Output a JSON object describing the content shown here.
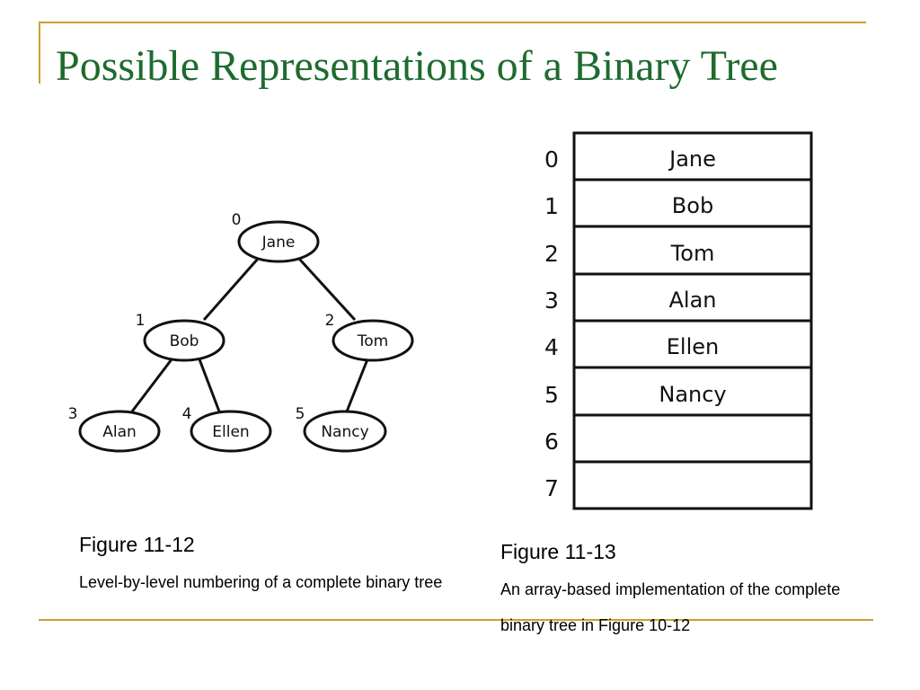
{
  "slide": {
    "title": "Possible Representations of a Binary Tree"
  },
  "tree": {
    "nodes": [
      {
        "index": "0",
        "name": "Jane"
      },
      {
        "index": "1",
        "name": "Bob"
      },
      {
        "index": "2",
        "name": "Tom"
      },
      {
        "index": "3",
        "name": "Alan"
      },
      {
        "index": "4",
        "name": "Ellen"
      },
      {
        "index": "5",
        "name": "Nancy"
      }
    ],
    "edges": [
      [
        "0",
        "1"
      ],
      [
        "0",
        "2"
      ],
      [
        "1",
        "3"
      ],
      [
        "1",
        "4"
      ],
      [
        "2",
        "5"
      ]
    ]
  },
  "array": {
    "rows": [
      {
        "index": "0",
        "value": "Jane"
      },
      {
        "index": "1",
        "value": "Bob"
      },
      {
        "index": "2",
        "value": "Tom"
      },
      {
        "index": "3",
        "value": "Alan"
      },
      {
        "index": "4",
        "value": "Ellen"
      },
      {
        "index": "5",
        "value": "Nancy"
      },
      {
        "index": "6",
        "value": ""
      },
      {
        "index": "7",
        "value": ""
      }
    ]
  },
  "figure_left": {
    "title": "Figure 11-12",
    "caption": "Level-by-level numbering of a complete binary tree"
  },
  "figure_right": {
    "title": "Figure 11-13",
    "caption": "An array-based implementation of the complete binary tree in Figure 10-12"
  },
  "colors": {
    "title": "#1e6b2f",
    "rule": "#c9a227"
  }
}
